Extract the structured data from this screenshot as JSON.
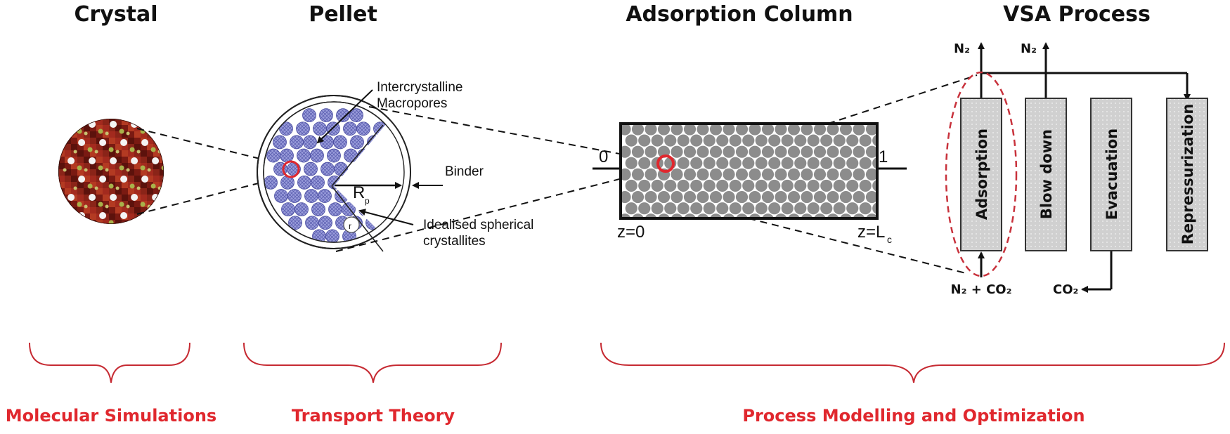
{
  "stages": {
    "crystal": "Crystal",
    "pellet": "Pellet",
    "column": "Adsorption Column",
    "vsa": "VSA Process"
  },
  "scales": {
    "molecular": "Molecular Simulations",
    "transport": "Transport Theory",
    "process": "Process Modelling and Optimization"
  },
  "pellet": {
    "macropores": [
      "Intercrystalline",
      "Macropores"
    ],
    "binder": "Binder",
    "radius": "R",
    "radius_sub": "p",
    "crystallite_radius": "r",
    "crystallites": [
      "Idealised spherical",
      "crystallites"
    ]
  },
  "column": {
    "inlet": "0",
    "outlet": "1",
    "z_start": "z=0",
    "z_end": "z=L",
    "z_end_sub": "c"
  },
  "vsa": {
    "steps": [
      "Adsorption",
      "Blow down",
      "Evacuation",
      "Repressurization"
    ],
    "out1": "N₂",
    "out2": "N₂",
    "feed": "N₂ + CO₂",
    "evac": "CO₂"
  },
  "colors": {
    "accent_red": "#e0282e",
    "step_fill": "#d4d4d4",
    "sphere_gray": "#8c8c8c",
    "pore_blue": "#8c8fd6"
  }
}
